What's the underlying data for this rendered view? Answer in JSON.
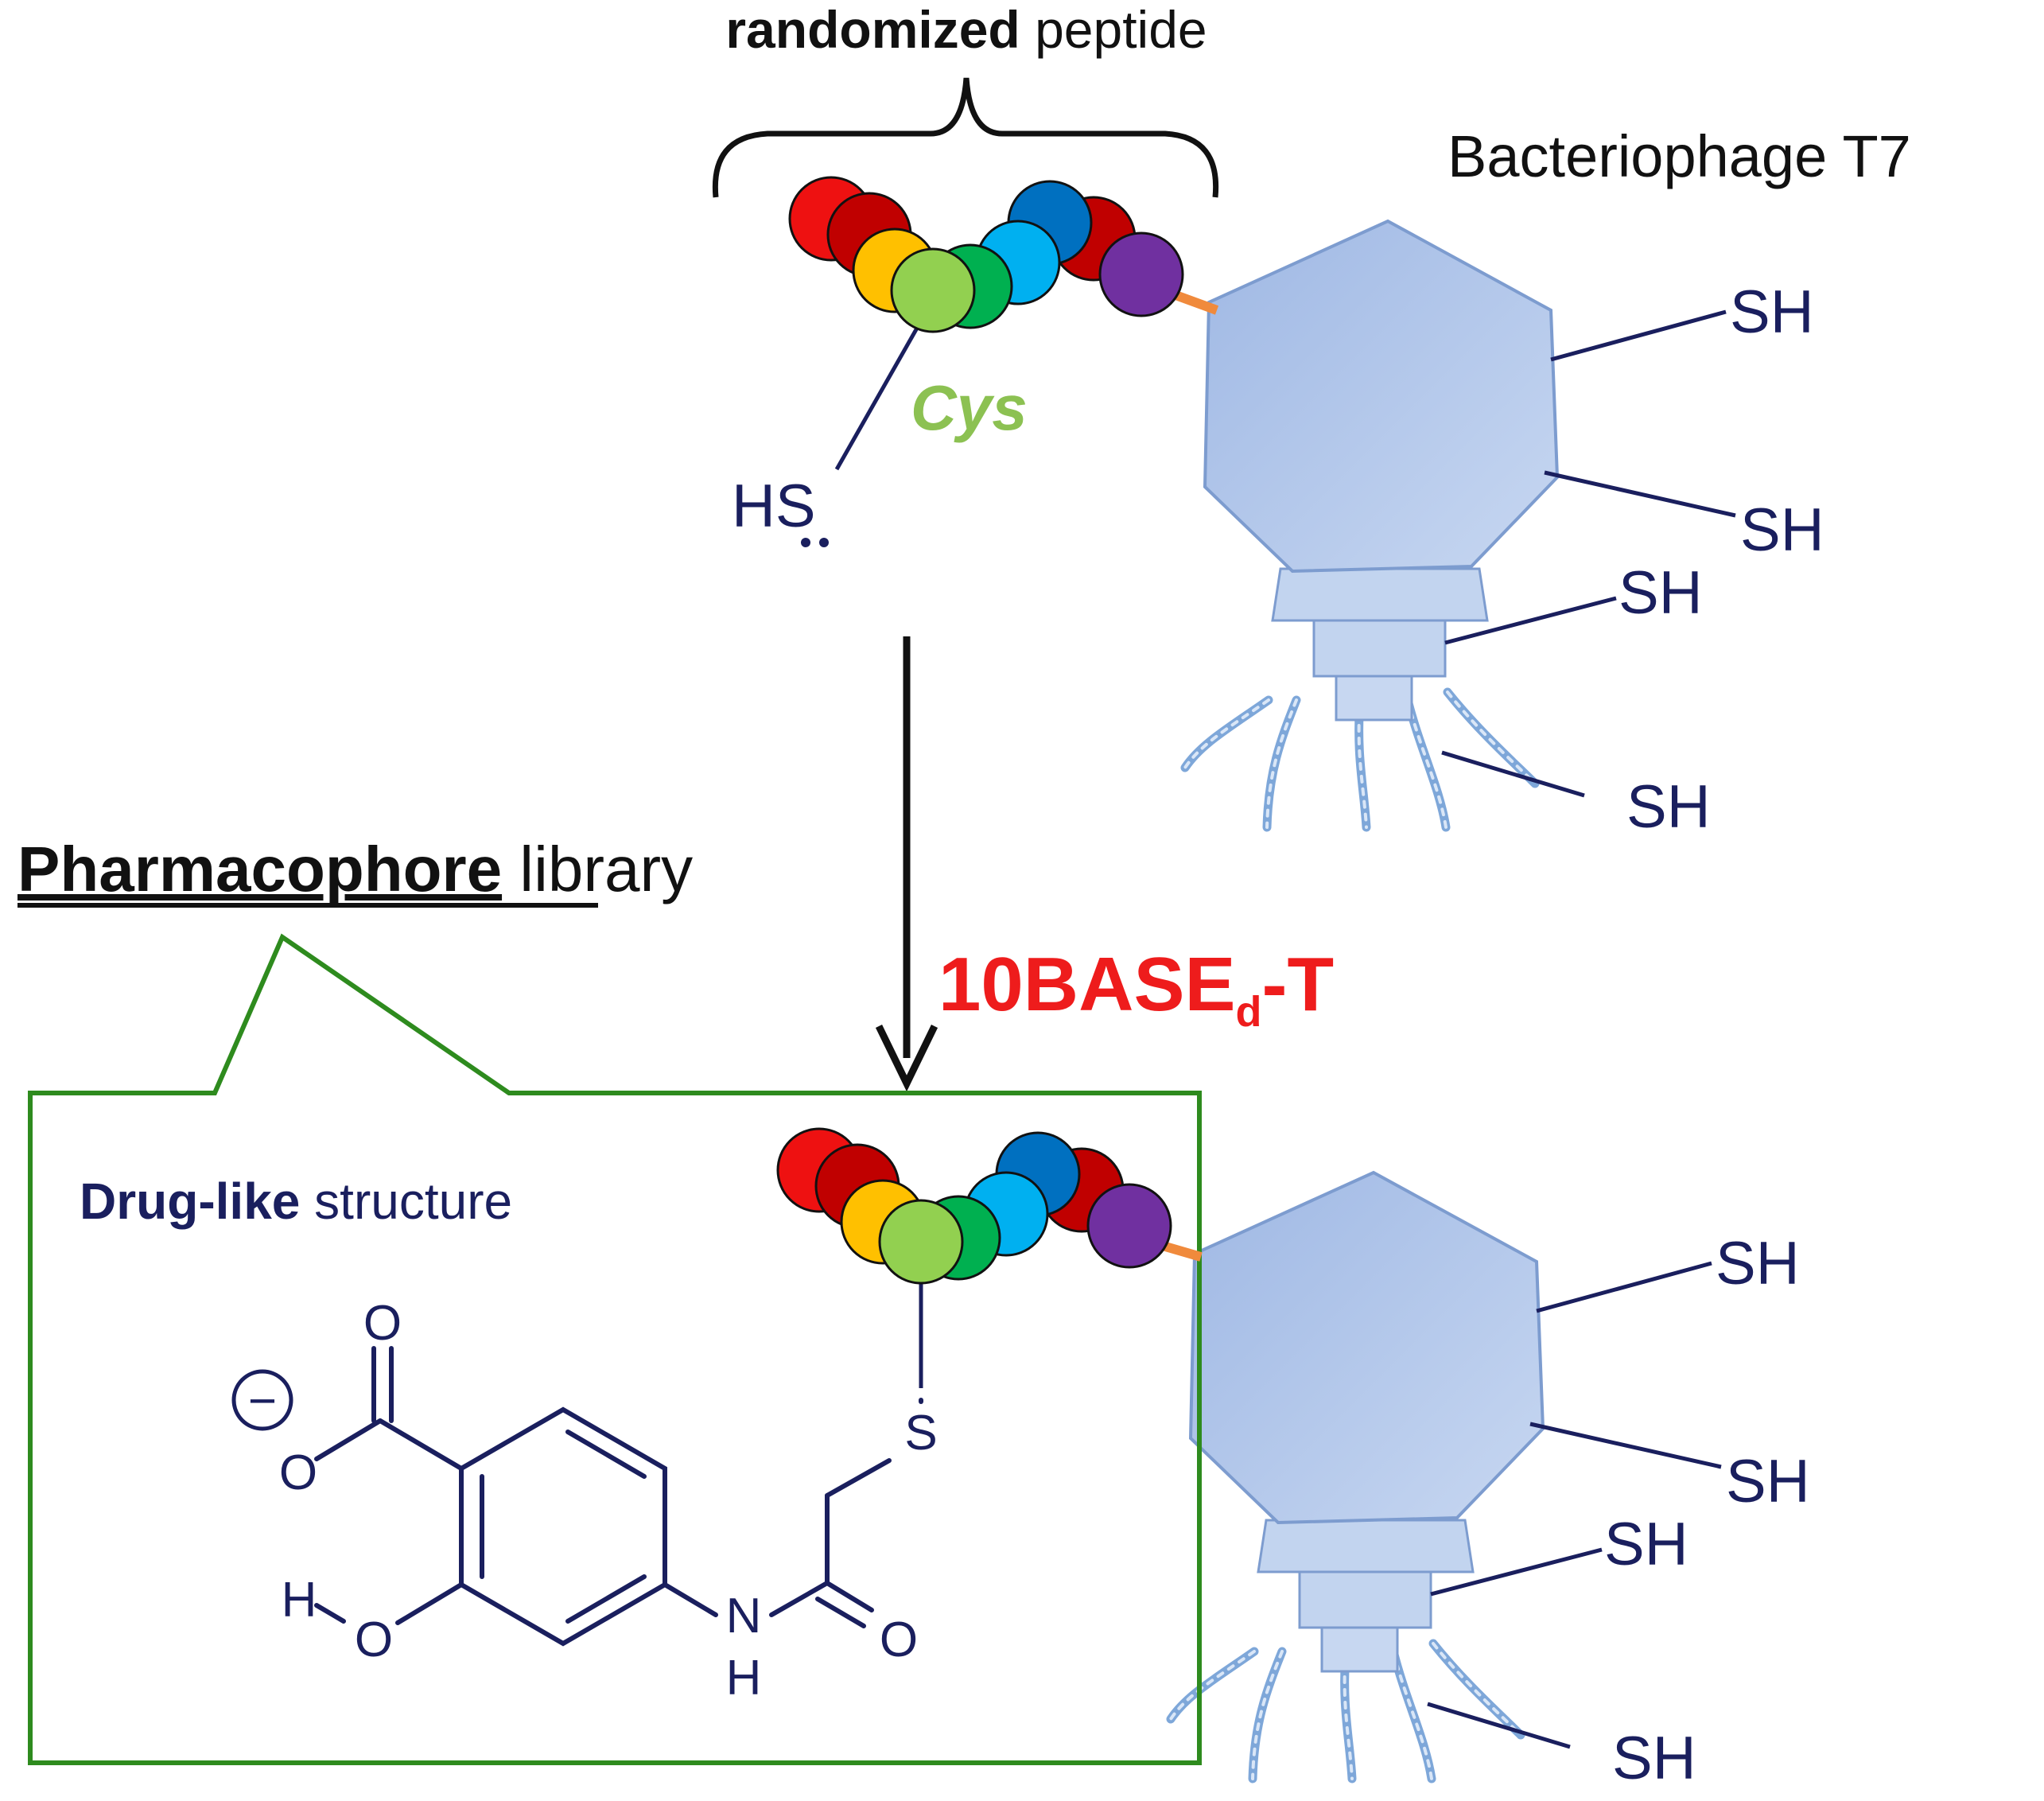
{
  "header": {
    "peptide_label_bold": "randomized",
    "peptide_label_rest": " peptide",
    "phage_label": "Bacteriophage T7",
    "cys_label": "Cys",
    "hs_label": "HS"
  },
  "reaction": {
    "method_main": "10BASE",
    "method_sub": "d",
    "method_tail": "-T"
  },
  "library": {
    "title_bold": "Pharmacophore",
    "title_rest": " library",
    "structure_bold": "Drug-like",
    "structure_rest": " structure"
  },
  "thiol_label": "SH",
  "molecule": {
    "sulfur": "S",
    "oxygen": "O",
    "nitrogen": "N",
    "hydrogen": "H",
    "charge": "−"
  },
  "colors": {
    "navy": "#1a1f5e",
    "phage_fill": "#b0c6ea",
    "phage_stroke": "#7d9ccf",
    "green_box": "#2e8b1e",
    "red_label": "#ee1c1c",
    "cys_green": "#8cc152",
    "linker": "#f08a3c",
    "beads": [
      "#ee1111",
      "#c00000",
      "#ffc000",
      "#92d050",
      "#00b050",
      "#00b0f0",
      "#0070c0",
      "#c00000",
      "#7030a0"
    ]
  }
}
